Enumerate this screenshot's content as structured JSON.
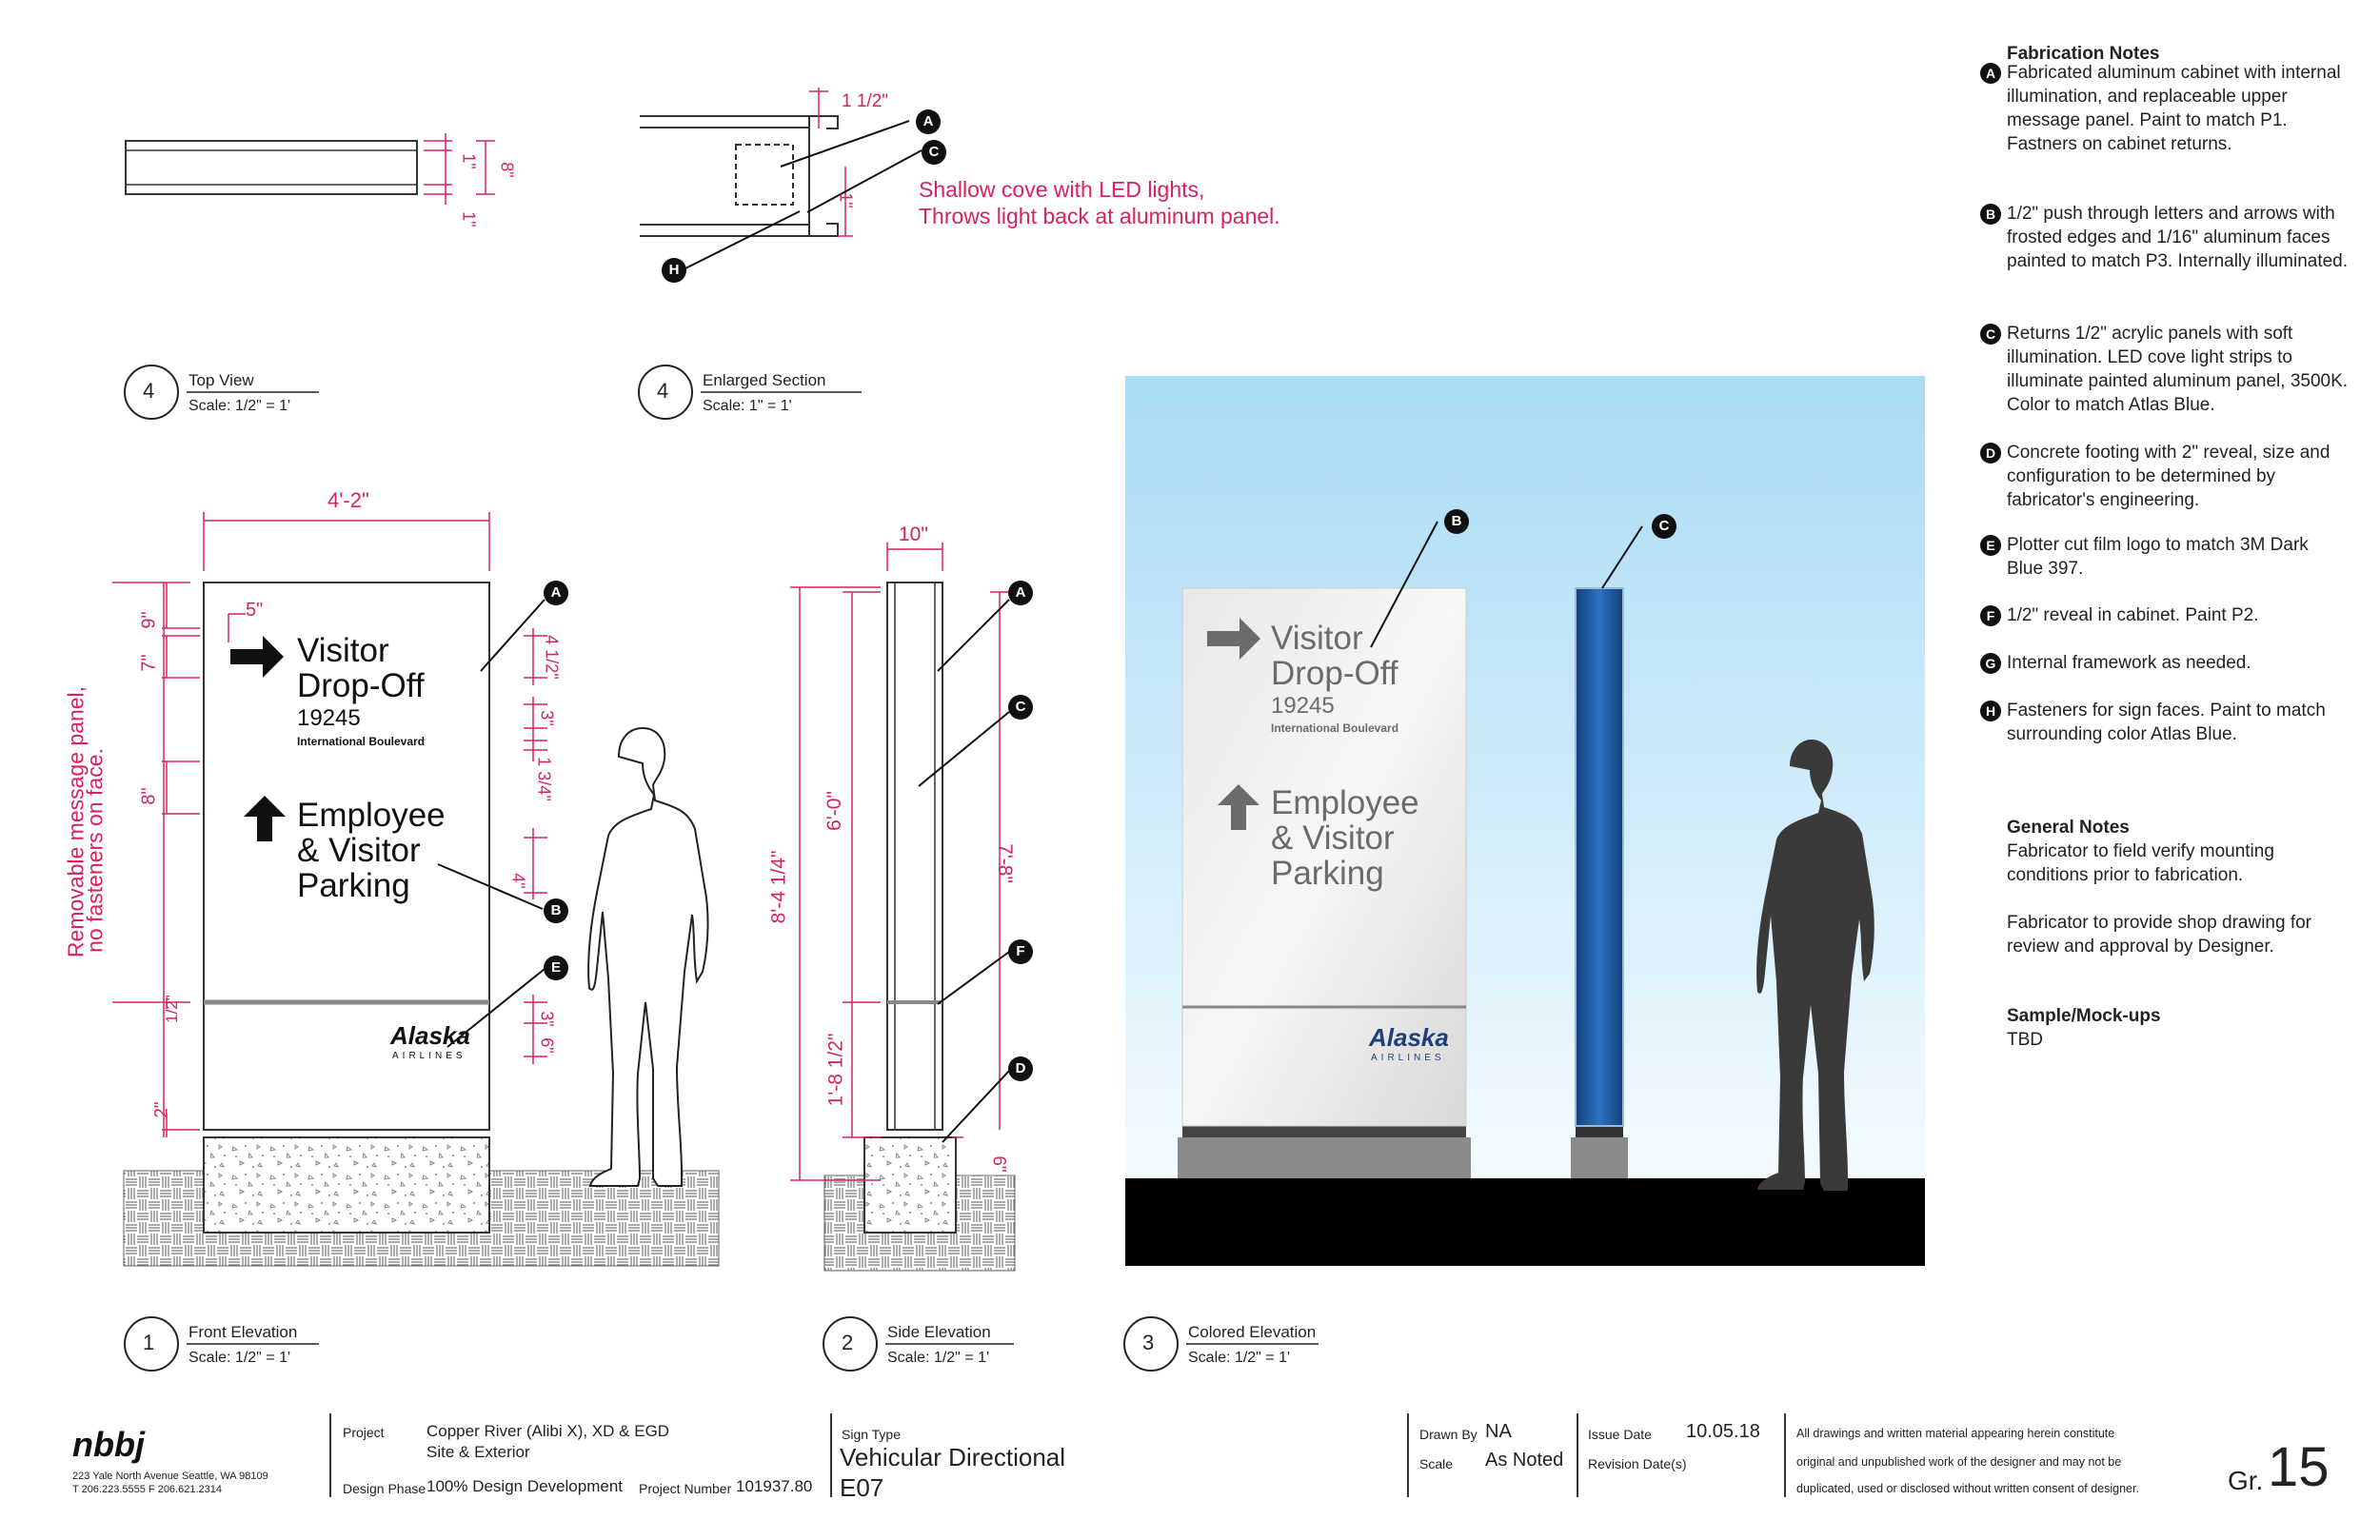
{
  "drawing_labels": {
    "top_view": {
      "number": "4",
      "title": "Top View",
      "scale": "Scale: 1/2\" = 1'"
    },
    "enlarged_section": {
      "number": "4",
      "title": "Enlarged Section",
      "scale": "Scale: 1\" = 1'"
    },
    "front_elevation": {
      "number": "1",
      "title": "Front Elevation",
      "scale": "Scale: 1/2\" = 1'"
    },
    "side_elevation": {
      "number": "2",
      "title": "Side Elevation",
      "scale": "Scale: 1/2\" = 1'"
    },
    "colored_elevation": {
      "number": "3",
      "title": "Colored Elevation",
      "scale": "Scale: 1/2\" = 1'"
    }
  },
  "callout_text": {
    "section_note_line1": "Shallow cove with LED lights,",
    "section_note_line2": "Throws light back at aluminum panel.",
    "removable_panel_line1": "Removable message panel,",
    "removable_panel_line2": "no fasteners on face."
  },
  "dimensions": {
    "top_1a": "1\"",
    "top_1b": "1\"",
    "top_8": "8\"",
    "section_1_5": "1 1/2\"",
    "section_1": "1\"",
    "width": "4'-2\"",
    "left_5": "5\"",
    "left_9": "9\"",
    "left_7": "7\"",
    "left_8": "8\"",
    "left_half": "1/2\"",
    "left_2": "2\"",
    "right_4_5": "4 1/2\"",
    "right_3a": "3\"",
    "right_1_75": "1 3/4\"",
    "right_4": "4\"",
    "right_3b": "3\"",
    "right_6": "6\"",
    "side_10": "10\"",
    "side_total": "8'-4 1/4\"",
    "side_6_0": "6'-0\"",
    "side_7_8": "7'-8\"",
    "side_1_8_5": "1'-8 1/2\"",
    "side_6": "6\""
  },
  "callout_letters": [
    "A",
    "B",
    "C",
    "D",
    "E",
    "F",
    "G",
    "H"
  ],
  "sign": {
    "line1": "Visitor",
    "line2": "Drop-Off",
    "number": "19245",
    "street": "International Boulevard",
    "line3": "Employee",
    "line4": "& Visitor",
    "line5": "Parking",
    "logo": "Alaska",
    "logo_sub": "AIRLINES"
  },
  "fabrication_notes": {
    "heading": "Fabrication Notes",
    "items": [
      {
        "key": "A",
        "text": "Fabricated aluminum cabinet with internal illumination, and replaceable upper message panel. Paint to match P1. Fastners on cabinet returns."
      },
      {
        "key": "B",
        "text": "1/2\" push through letters and arrows with frosted edges and 1/16\" aluminum faces painted to match P3. Internally illuminated."
      },
      {
        "key": "C",
        "text": "Returns 1/2\" acrylic panels with soft illumination. LED cove light strips to illuminate painted aluminum panel, 3500K. Color to match Atlas Blue."
      },
      {
        "key": "D",
        "text": "Concrete footing with 2\" reveal, size and configuration to be determined by fabricator's engineering."
      },
      {
        "key": "E",
        "text": "Plotter cut film logo to match 3M Dark Blue 397."
      },
      {
        "key": "F",
        "text": "1/2\" reveal in cabinet. Paint P2."
      },
      {
        "key": "G",
        "text": "Internal framework as needed."
      },
      {
        "key": "H",
        "text": "Fasteners for sign faces. Paint to match surrounding color Atlas Blue."
      }
    ]
  },
  "general_notes": {
    "heading": "General Notes",
    "line1": "Fabricator to field verify mounting conditions prior to fabrication.",
    "line2": "Fabricator to provide shop drawing for review and approval by Designer."
  },
  "sample": {
    "heading": "Sample/Mock-ups",
    "value": "TBD"
  },
  "title_block": {
    "firm": "nbbj",
    "address": "223 Yale North Avenue Seattle, WA 98109",
    "phone": "T 206.223.5555   F 206.621.2314",
    "project_label": "Project",
    "project_line1": "Copper River (Alibi X), XD & EGD",
    "project_line2": "Site & Exterior",
    "phase_label": "Design Phase",
    "phase_value": "100% Design Development",
    "projnum_label": "Project Number",
    "projnum_value": "101937.80",
    "signtype_label": "Sign Type",
    "signtype_value": "Vehicular Directional",
    "signtype_code": "E07",
    "drawnby_label": "Drawn By",
    "drawnby_value": "NA",
    "scale_label": "Scale",
    "scale_value": "As Noted",
    "issue_label": "Issue Date",
    "issue_value": "10.05.18",
    "revision_label": "Revision Date(s)",
    "disclaimer1": "All drawings and written material appearing herein constitute",
    "disclaimer2": "original and unpublished work of the designer and may not be",
    "disclaimer3": "duplicated, used or disclosed without written consent of designer.",
    "sheet_prefix": "Gr.",
    "sheet_number": "15"
  },
  "colors": {
    "accent": "#d6245a",
    "atlas_blue": "#1c5fa8",
    "sign_gray": "#6b6b6b",
    "alaska_blue": "#1f3f7a"
  }
}
